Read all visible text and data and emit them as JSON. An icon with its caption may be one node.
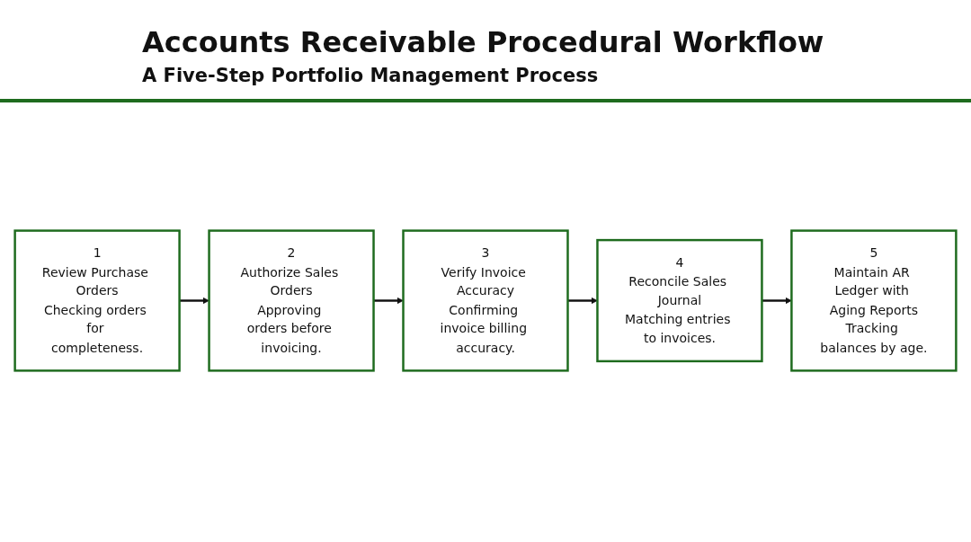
{
  "diagram": {
    "title": "Accounts Receivable Procedural Workflow",
    "nodes": [
      {
        "text": [
          "1",
          "Review Purchase Orders",
          "Checking orders for completeness."
        ]
      },
      {
        "text": [
          "2",
          "Authorize Sales Orders",
          "Approving orders before invoicing."
        ]
      },
      {
        "text": [
          "3",
          "Verify Invoice Accuracy",
          "Confirming invoice billing accuracy."
        ]
      },
      {
        "text": [
          "4",
          "Reconcile Sales Journal",
          "Matching entries to invoices."
        ]
      },
      {
        "text": [
          "5",
          "Maintain AR Ledger with Aging Reports",
          "Tracking balances by age."
        ]
      }
    ],
    "edges": [
      {
        "from": 0,
        "to": 1,
        "arrow": "to"
      },
      {
        "from": 1,
        "to": 2,
        "arrow": "to"
      },
      {
        "from": 2,
        "to": 3,
        "arrow": "to"
      },
      {
        "from": 3,
        "to": 4,
        "arrow": "to"
      }
    ],
    "labels": [
      "A Five-Step Portfolio Management Process"
    ]
  }
}
